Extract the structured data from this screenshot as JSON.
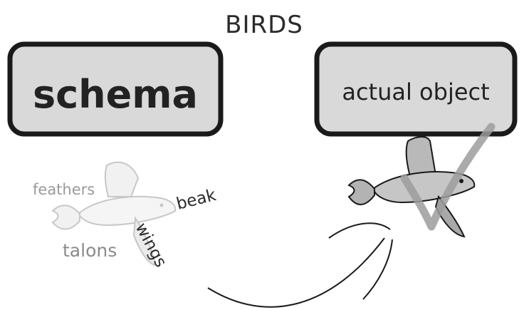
{
  "title": "BIRDS",
  "left_box": {
    "label": "schema"
  },
  "right_box": {
    "label": "actual object"
  },
  "schema_labels": {
    "feathers": "feathers",
    "beak": "beak",
    "wings": "wings",
    "talons": "talons"
  },
  "colors": {
    "box_fill": "#d9d9d9",
    "box_border": "#1a1a1a",
    "bird_fill": "#c8c8c8",
    "checkmark": "#9c9c9c"
  }
}
